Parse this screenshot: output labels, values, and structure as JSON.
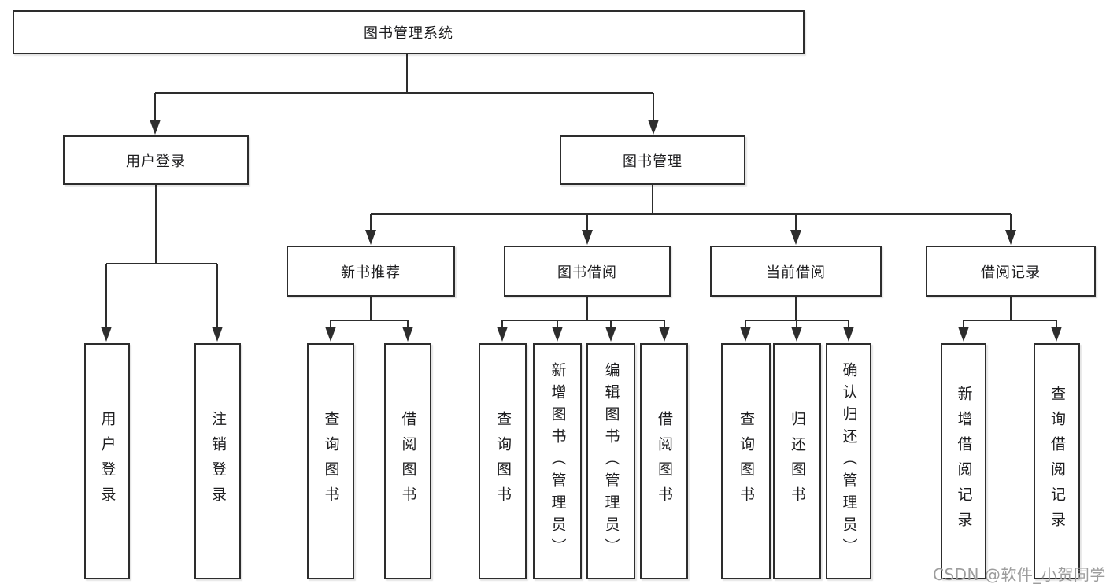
{
  "colors": {
    "line": "#2d2d2d",
    "box_border": "#2d2d2d",
    "text": "#1d1d1f",
    "watermark": "#9d9d9d"
  },
  "watermark": {
    "text": "CSDN @软件_小贺同学"
  },
  "tree": {
    "label": "图书管理系统",
    "children": [
      {
        "label": "用户登录",
        "children": [
          {
            "label": "用户登录"
          },
          {
            "label": "注销登录"
          }
        ]
      },
      {
        "label": "图书管理",
        "children": [
          {
            "label": "新书推荐",
            "children": [
              {
                "label": "查询图书"
              },
              {
                "label": "借阅图书"
              }
            ]
          },
          {
            "label": "图书借阅",
            "children": [
              {
                "label": "查询图书"
              },
              {
                "label": "新增图书（管理员）"
              },
              {
                "label": "编辑图书（管理员）"
              },
              {
                "label": "借阅图书"
              }
            ]
          },
          {
            "label": "当前借阅",
            "children": [
              {
                "label": "查询图书"
              },
              {
                "label": "归还图书"
              },
              {
                "label": "确认归还（管理员）"
              }
            ]
          },
          {
            "label": "借阅记录",
            "children": [
              {
                "label": "新增借阅记录"
              },
              {
                "label": "查询借阅记录"
              }
            ]
          }
        ]
      }
    ]
  }
}
